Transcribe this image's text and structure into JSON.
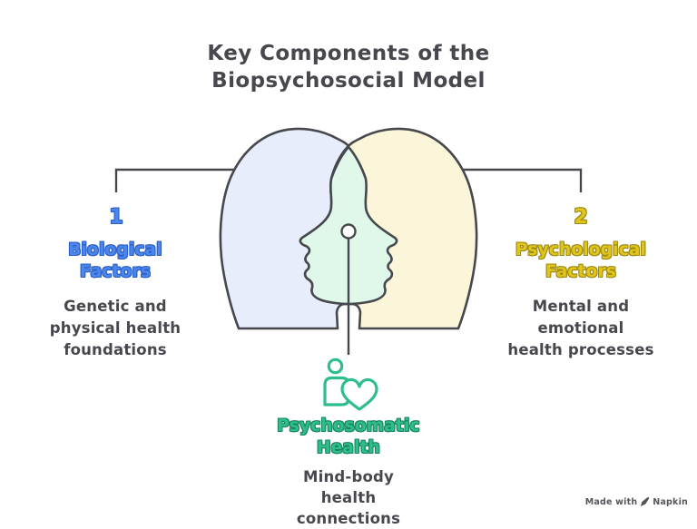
{
  "title": "Key Components of the\nBiopsychosocial Model",
  "sections": [
    {
      "id": "biological",
      "number": "1",
      "label": "Biological\nFactors",
      "description": "Genetic and\nphysical health\nfoundations",
      "accent_color": "#4A86EE"
    },
    {
      "id": "psychological",
      "number": "2",
      "label": "Psychological\nFactors",
      "description": "Mental and\nemotional\nhealth processes",
      "accent_color": "#E0C51E"
    },
    {
      "id": "psychosomatic",
      "label": "Psychosomatic\nHealth",
      "description": "Mind-body\nhealth\nconnections",
      "accent_color": "#2EBE8B"
    }
  ],
  "icons": {
    "center_icon": "person-with-heart-icon",
    "watermark_icon": "napkin-pen-icon"
  },
  "watermark": {
    "prefix": "Made with",
    "brand": "Napkin"
  },
  "colors": {
    "text_dark": "#47474E",
    "outline_stroke": "#47474E",
    "left_head_fill": "#E8EDFB",
    "right_head_fill": "#FBF5D9",
    "overlap_fill": "#DFF8EA"
  }
}
